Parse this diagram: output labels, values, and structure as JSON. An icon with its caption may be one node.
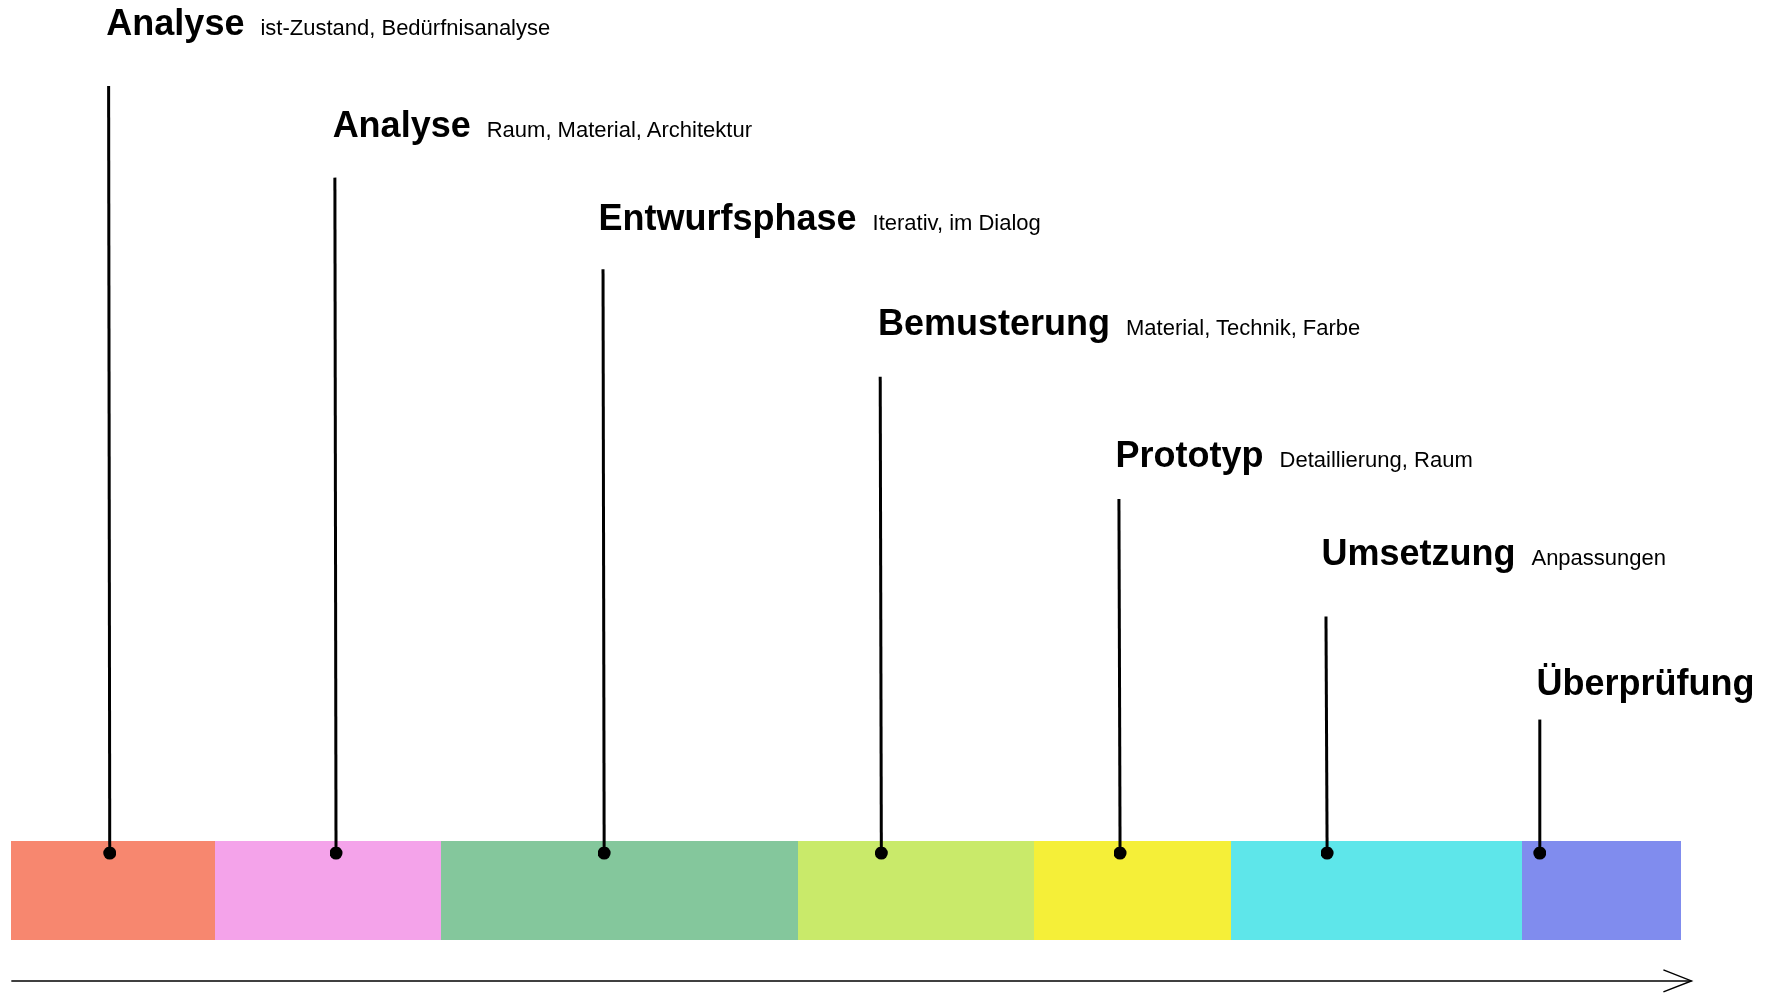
{
  "diagram": {
    "nodes": [
      {
        "text": [
          "Analyse",
          "ist-Zustand, Bedürfnisanalyse"
        ]
      },
      {
        "text": [
          "Analyse",
          "Raum, Material, Architektur"
        ]
      },
      {
        "text": [
          "Entwurfsphase",
          "Iterativ, im Dialog"
        ]
      },
      {
        "text": [
          "Bemusterung",
          "Material, Technik, Farbe"
        ]
      },
      {
        "text": [
          "Prototyp",
          "Detaillierung, Raum"
        ]
      },
      {
        "text": [
          "Umsetzung",
          "Anpassungen"
        ]
      },
      {
        "text": [
          "Überprüfung"
        ]
      },
      {
        "text": [],
        "shape": "bar"
      },
      {
        "text": [],
        "shape": "bar"
      },
      {
        "text": [],
        "shape": "bar"
      },
      {
        "text": [],
        "shape": "bar"
      },
      {
        "text": [],
        "shape": "bar"
      },
      {
        "text": [],
        "shape": "bar"
      },
      {
        "text": [],
        "shape": "bar"
      }
    ],
    "edges": [
      {
        "from": 0,
        "to": 7,
        "arrow": "other"
      },
      {
        "from": 1,
        "to": 8,
        "arrow": "other"
      },
      {
        "from": 2,
        "to": 9,
        "arrow": "other"
      },
      {
        "from": 3,
        "to": 10,
        "arrow": "other"
      },
      {
        "from": 4,
        "to": 11,
        "arrow": "other"
      },
      {
        "from": 5,
        "to": 12,
        "arrow": "other"
      },
      {
        "from": 6,
        "to": 13,
        "arrow": "other"
      }
    ]
  }
}
